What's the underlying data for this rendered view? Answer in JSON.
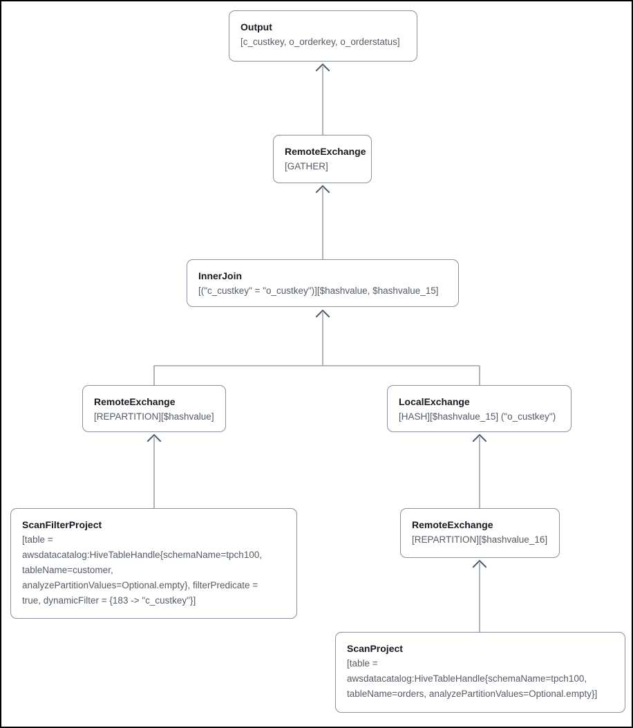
{
  "nodes": {
    "output": {
      "title": "Output",
      "detail": [
        "[c_custkey, o_orderkey, o_orderstatus]"
      ]
    },
    "remote_exchange_gather": {
      "title": "RemoteExchange",
      "detail": [
        "[GATHER]"
      ]
    },
    "inner_join": {
      "title": "InnerJoin",
      "detail": [
        "[(\"c_custkey\" = \"o_custkey\")][$hashvalue, $hashvalue_15]"
      ]
    },
    "remote_exchange_repartition": {
      "title": "RemoteExchange",
      "detail": [
        "[REPARTITION][$hashvalue]"
      ]
    },
    "local_exchange": {
      "title": "LocalExchange",
      "detail": [
        "[HASH][$hashvalue_15] (\"o_custkey\")"
      ]
    },
    "scan_filter_project": {
      "title": "ScanFilterProject",
      "detail": [
        "[table =",
        "awsdatacatalog:HiveTableHandle{schemaName=tpch100,",
        "tableName=customer,",
        "analyzePartitionValues=Optional.empty}, filterPredicate =",
        "true, dynamicFilter = {183 -> \"c_custkey\"}]"
      ]
    },
    "remote_exchange_repartition_16": {
      "title": "RemoteExchange",
      "detail": [
        "[REPARTITION][$hashvalue_16]"
      ]
    },
    "scan_project": {
      "title": "ScanProject",
      "detail": [
        "[table =",
        "awsdatacatalog:HiveTableHandle{schemaName=tpch100,",
        "tableName=orders, analyzePartitionValues=Optional.empty}]"
      ]
    }
  },
  "colors": {
    "node_border": "#868e99",
    "title_text": "#16191f",
    "detail_text": "#545b64",
    "edge_line": "#9aa2ab",
    "edge_arrow": "#4d5766",
    "frame": "#000000",
    "background": "#ffffff"
  }
}
